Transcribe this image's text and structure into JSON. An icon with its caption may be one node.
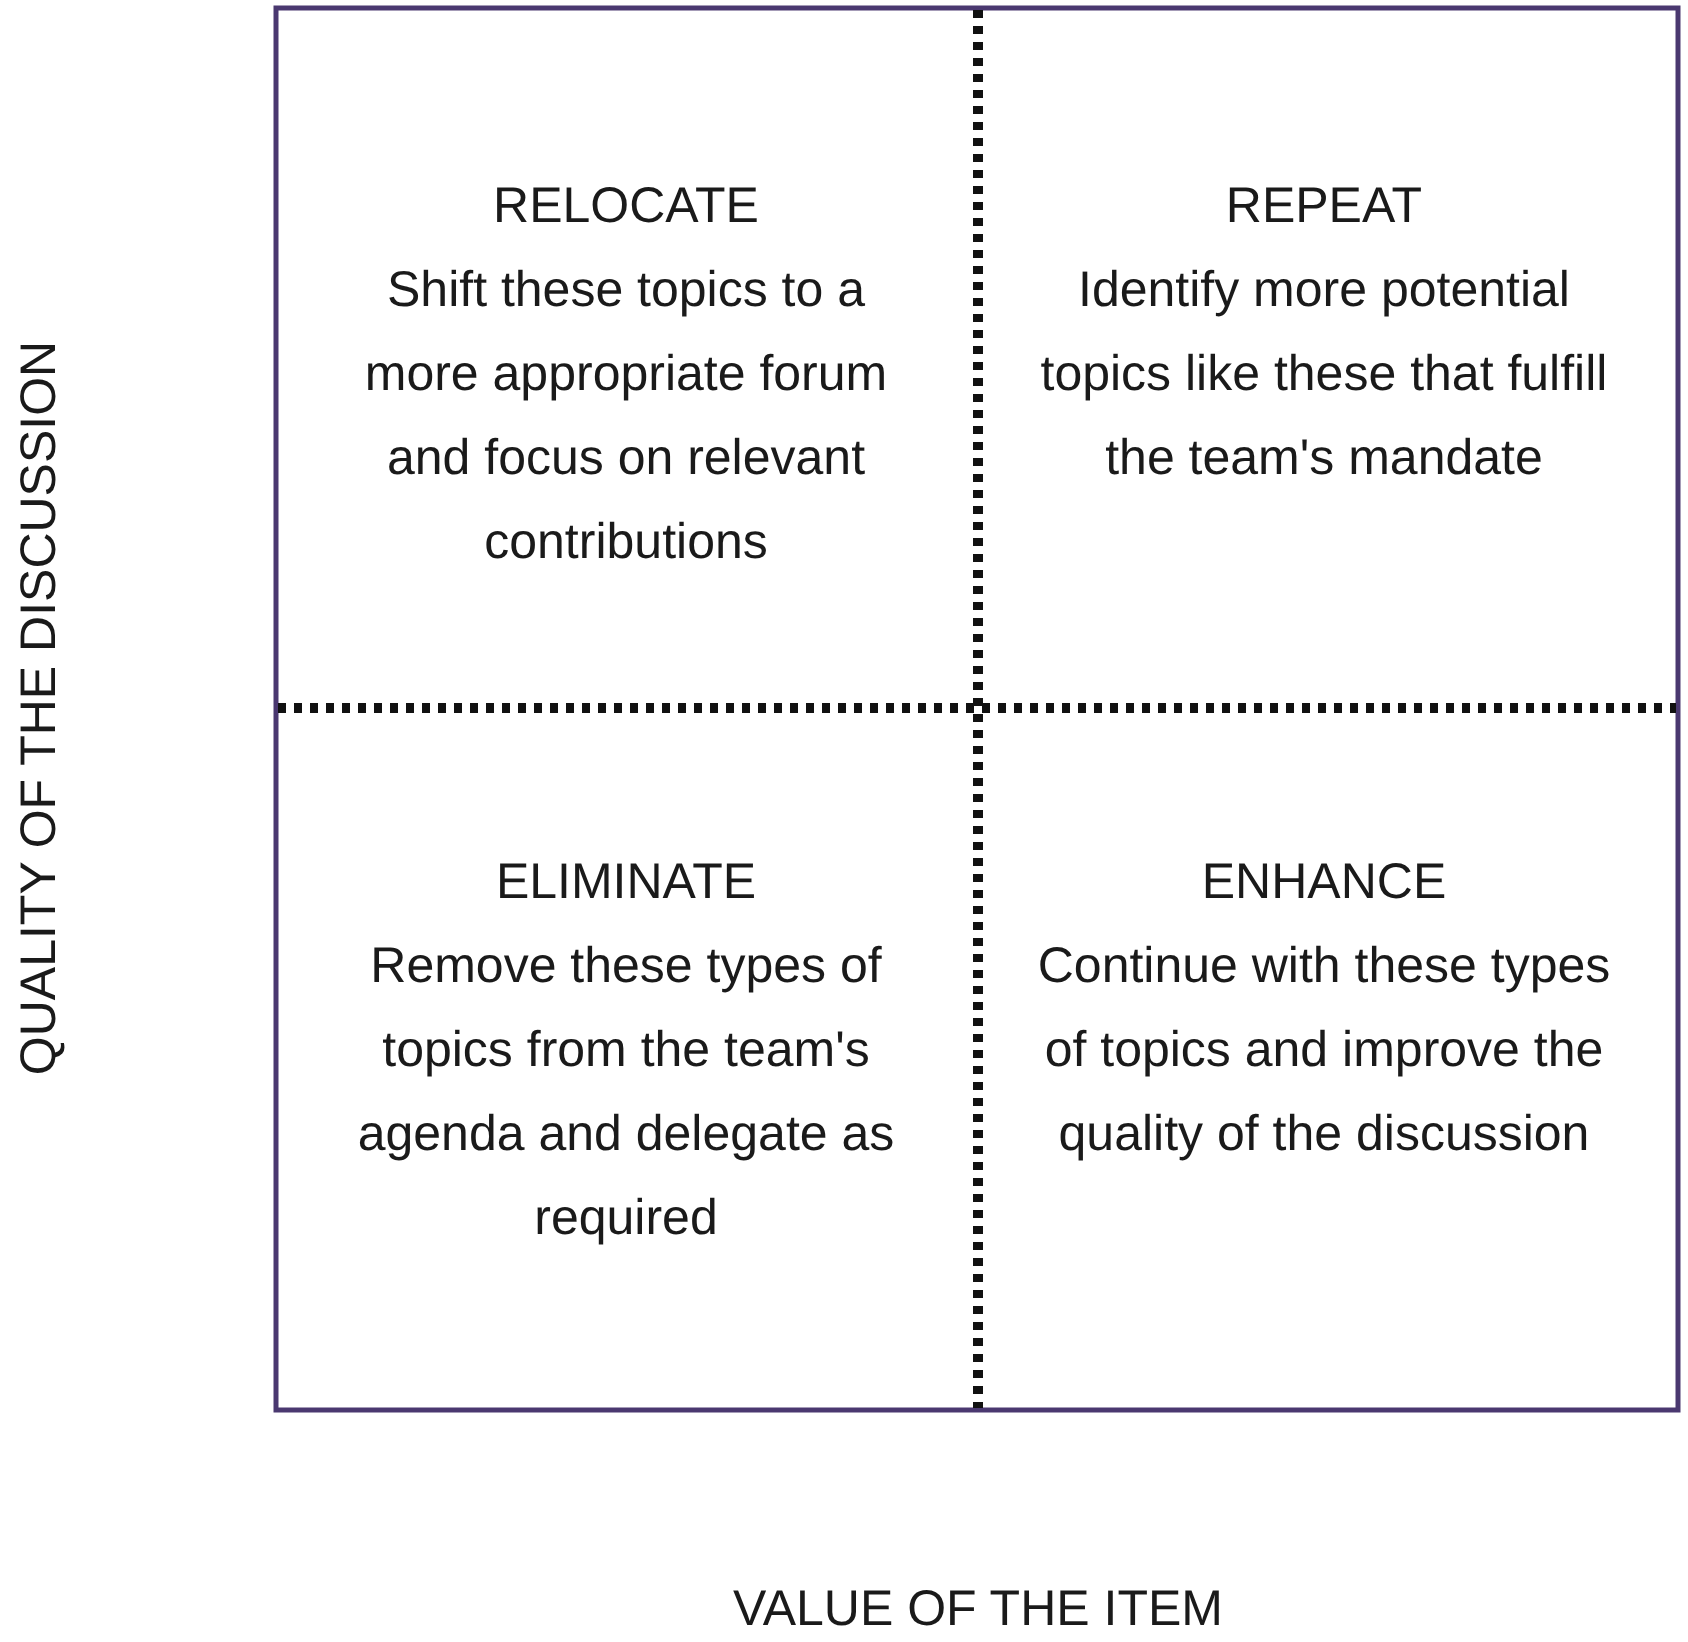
{
  "diagram": {
    "nodes": [
      {
        "text": [
          "RELOCATE",
          "Shift these topics to a more appropriate forum and focus on relevant contributions"
        ]
      },
      {
        "text": [
          "REPEAT",
          "Identify more potential topics like these that fulfill the team's mandate"
        ]
      },
      {
        "text": [
          "ELIMINATE",
          "Remove these types of topics from the team's agenda and delegate as required"
        ]
      },
      {
        "text": [
          "ENHANCE",
          "Continue with these types of topics and improve the quality of the discussion"
        ]
      }
    ],
    "labels": [
      "QUALITY OF THE DISCUSSION",
      "VALUE OF THE ITEM"
    ]
  }
}
